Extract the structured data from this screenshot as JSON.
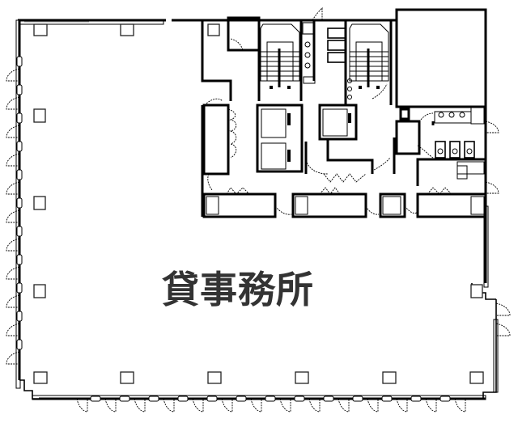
{
  "floor_plan": {
    "title": "貸事務所",
    "title_color": "#333333",
    "line_color": "#000000",
    "background": "#ffffff",
    "areas": [
      {
        "name": "rental-office",
        "label": "貸事務所"
      },
      {
        "name": "core-stairs-left"
      },
      {
        "name": "core-stairs-right"
      },
      {
        "name": "elevator-hall"
      },
      {
        "name": "restrooms"
      },
      {
        "name": "machine-room"
      }
    ]
  }
}
